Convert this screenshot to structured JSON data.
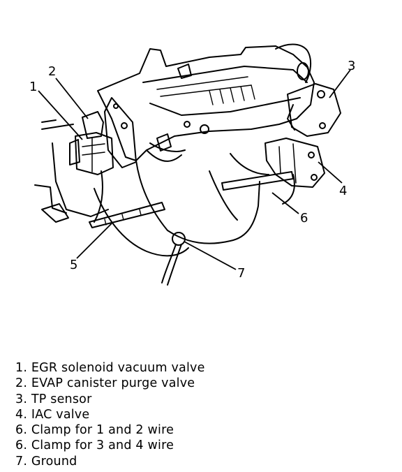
{
  "callouts": [
    {
      "id": "1",
      "label": "1"
    },
    {
      "id": "2",
      "label": "2"
    },
    {
      "id": "3",
      "label": "3"
    },
    {
      "id": "4",
      "label": "4"
    },
    {
      "id": "5",
      "label": "5"
    },
    {
      "id": "6",
      "label": "6"
    },
    {
      "id": "7",
      "label": "7"
    }
  ],
  "legend": [
    "1. EGR solenoid vacuum valve",
    "2. EVAP canister purge valve",
    "3. TP sensor",
    "4. IAC valve",
    "6. Clamp for 1 and 2 wire",
    "6. Clamp for 3 and 4 wire",
    "7. Ground"
  ]
}
